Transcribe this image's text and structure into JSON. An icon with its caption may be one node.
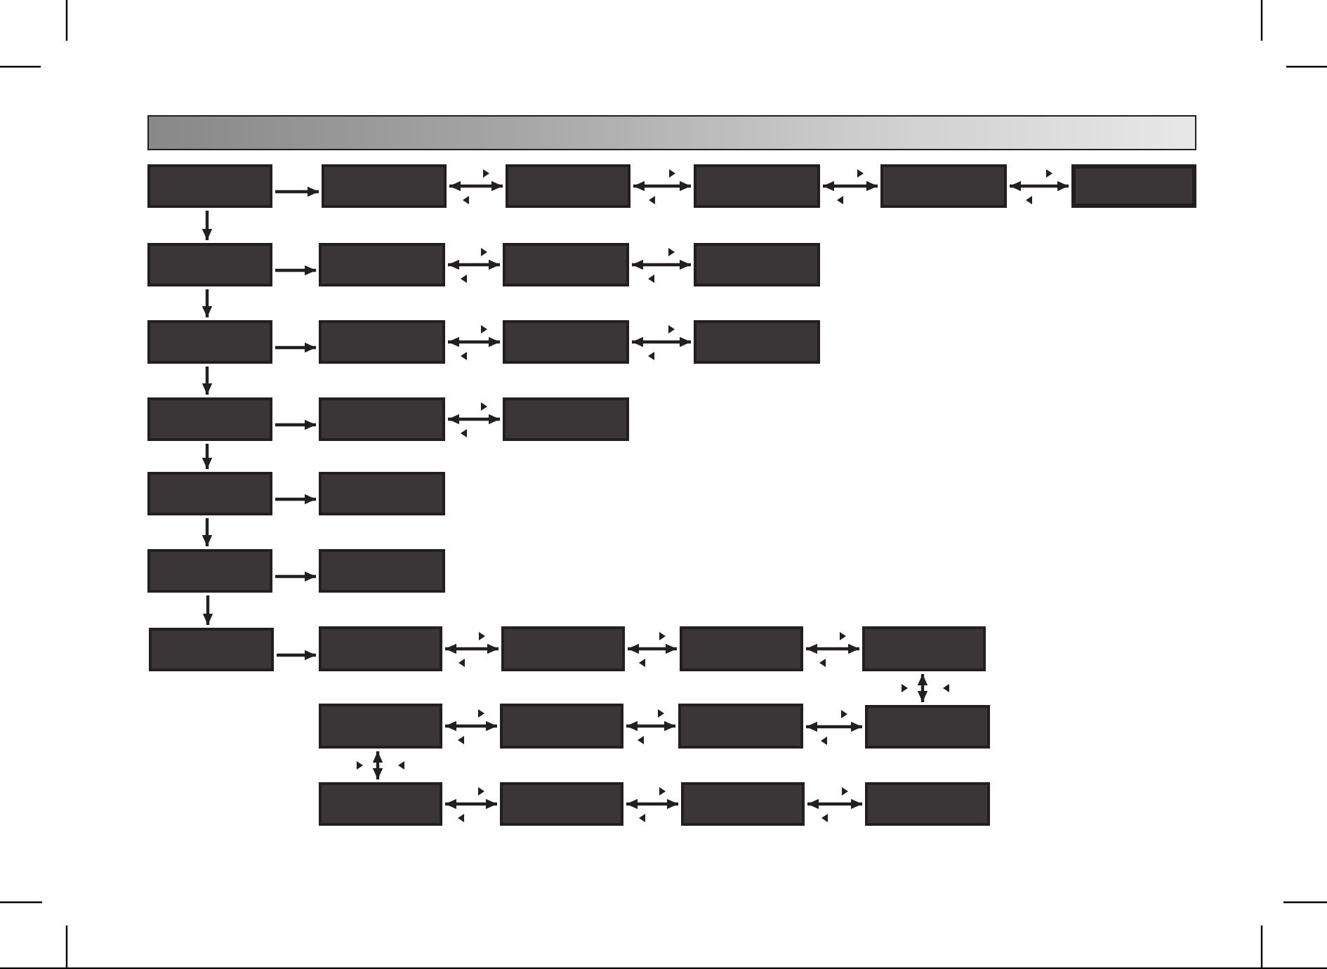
{
  "diagram": {
    "nodes": [
      {
        "text": [],
        "shape": "box"
      },
      {
        "text": [],
        "shape": "box"
      },
      {
        "text": [],
        "shape": "box"
      },
      {
        "text": [],
        "shape": "box"
      },
      {
        "text": [],
        "shape": "box"
      },
      {
        "text": [],
        "shape": "box"
      },
      {
        "text": [],
        "shape": "box"
      },
      {
        "text": [],
        "shape": "box"
      },
      {
        "text": [],
        "shape": "box"
      },
      {
        "text": [],
        "shape": "box"
      },
      {
        "text": [],
        "shape": "box"
      },
      {
        "text": [],
        "shape": "box"
      },
      {
        "text": [],
        "shape": "box"
      },
      {
        "text": [],
        "shape": "box"
      },
      {
        "text": [],
        "shape": "box"
      },
      {
        "text": [],
        "shape": "box"
      },
      {
        "text": [],
        "shape": "box"
      },
      {
        "text": [],
        "shape": "box"
      },
      {
        "text": [],
        "shape": "box"
      },
      {
        "text": [],
        "shape": "box"
      },
      {
        "text": [],
        "shape": "box"
      },
      {
        "text": [],
        "shape": "box"
      },
      {
        "text": [],
        "shape": "box"
      },
      {
        "text": [],
        "shape": "box"
      },
      {
        "text": [],
        "shape": "box"
      },
      {
        "text": [],
        "shape": "box"
      },
      {
        "text": [],
        "shape": "box"
      },
      {
        "text": [],
        "shape": "box"
      },
      {
        "text": [],
        "shape": "box"
      },
      {
        "text": [],
        "shape": "box"
      },
      {
        "text": [],
        "shape": "box"
      },
      {
        "text": [],
        "shape": "box"
      },
      {
        "text": [],
        "shape": "box"
      },
      {
        "text": [],
        "shape": "box"
      }
    ],
    "edges": [
      {
        "from": 0,
        "to": 6,
        "arrow": "to"
      },
      {
        "from": 6,
        "to": 10,
        "arrow": "to"
      },
      {
        "from": 10,
        "to": 14,
        "arrow": "to"
      },
      {
        "from": 14,
        "to": 17,
        "arrow": "to"
      },
      {
        "from": 17,
        "to": 19,
        "arrow": "to"
      },
      {
        "from": 19,
        "to": 21,
        "arrow": "to"
      },
      {
        "from": 0,
        "to": 1,
        "arrow": "to"
      },
      {
        "from": 6,
        "to": 7,
        "arrow": "to"
      },
      {
        "from": 10,
        "to": 11,
        "arrow": "to"
      },
      {
        "from": 14,
        "to": 15,
        "arrow": "to"
      },
      {
        "from": 17,
        "to": 18,
        "arrow": "to"
      },
      {
        "from": 19,
        "to": 20,
        "arrow": "to"
      },
      {
        "from": 21,
        "to": 22,
        "arrow": "to"
      },
      {
        "from": 1,
        "to": 2,
        "arrow": "both"
      },
      {
        "from": 2,
        "to": 3,
        "arrow": "both"
      },
      {
        "from": 3,
        "to": 4,
        "arrow": "both"
      },
      {
        "from": 4,
        "to": 5,
        "arrow": "both"
      },
      {
        "from": 7,
        "to": 8,
        "arrow": "both"
      },
      {
        "from": 8,
        "to": 9,
        "arrow": "both"
      },
      {
        "from": 11,
        "to": 12,
        "arrow": "both"
      },
      {
        "from": 12,
        "to": 13,
        "arrow": "both"
      },
      {
        "from": 15,
        "to": 16,
        "arrow": "both"
      },
      {
        "from": 22,
        "to": 23,
        "arrow": "both"
      },
      {
        "from": 23,
        "to": 24,
        "arrow": "both"
      },
      {
        "from": 24,
        "to": 25,
        "arrow": "both"
      },
      {
        "from": 25,
        "to": 29,
        "arrow": "both"
      },
      {
        "from": 26,
        "to": 27,
        "arrow": "both"
      },
      {
        "from": 27,
        "to": 28,
        "arrow": "both"
      },
      {
        "from": 28,
        "to": 29,
        "arrow": "both"
      },
      {
        "from": 26,
        "to": 30,
        "arrow": "both"
      },
      {
        "from": 30,
        "to": 31,
        "arrow": "both"
      },
      {
        "from": 31,
        "to": 32,
        "arrow": "both"
      },
      {
        "from": 32,
        "to": 33,
        "arrow": "both"
      }
    ]
  }
}
